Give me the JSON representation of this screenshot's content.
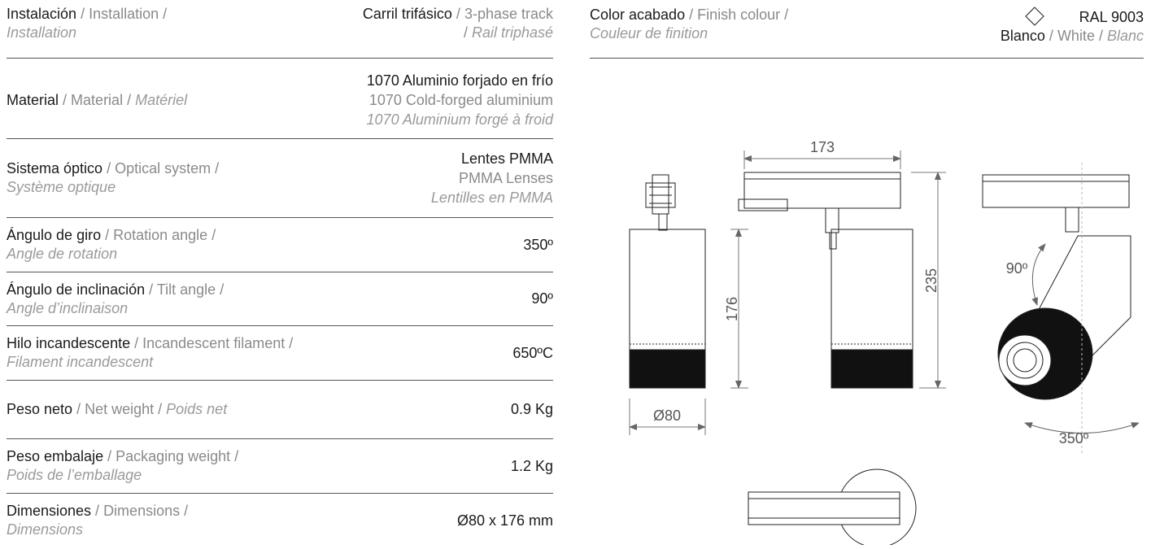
{
  "specs": [
    {
      "es": "Instalación",
      "en": "Installation",
      "fr": "Installation",
      "v_es": "Carril trifásico",
      "v_en": "3-phase track",
      "v_fr": "Rail triphasé"
    },
    {
      "es": "Material",
      "en": "Material",
      "fr": "Matériel",
      "v_es": "1070 Aluminio forjado en frío",
      "v_en": "1070 Cold-forged aluminium",
      "v_fr": "1070 Aluminium forgé à froid"
    },
    {
      "es": "Sistema óptico",
      "en": "Optical system",
      "fr": "Système optique",
      "v_es": "Lentes PMMA",
      "v_en": "PMMA Lenses",
      "v_fr": "Lentilles en PMMA"
    },
    {
      "es": "Ángulo de giro",
      "en": "Rotation angle",
      "fr": "Angle de rotation",
      "value": "350º"
    },
    {
      "es": "Ángulo de inclinación",
      "en": "Tilt angle",
      "fr": "Angle d’inclinaison",
      "value": "90º"
    },
    {
      "es": "Hilo incandescente",
      "en": "Incandescent filament",
      "fr": "Filament incandescent",
      "value": "650ºC"
    },
    {
      "es": "Peso neto",
      "en": "Net weight",
      "fr": "Poids net",
      "value": "0.9 Kg"
    },
    {
      "es": "Peso embalaje",
      "en": "Packaging weight",
      "fr": "Poids de l’emballage",
      "value": "1.2 Kg"
    },
    {
      "es": "Dimensiones",
      "en": "Dimensions",
      "fr": "Dimensions",
      "value": "Ø80 x 176 mm"
    }
  ],
  "finish": {
    "es": "Color acabado",
    "en": "Finish colour",
    "fr": "Couleur de finition",
    "ral": "RAL 9003",
    "v_es": "Blanco",
    "v_en": "White",
    "v_fr": "Blanc",
    "swatch_color": "#ffffff"
  },
  "drawing": {
    "width": "173",
    "height_total": "235",
    "height_body": "176",
    "diameter": "Ø80",
    "tilt": "90º",
    "rotation": "350º"
  },
  "separator": " / "
}
